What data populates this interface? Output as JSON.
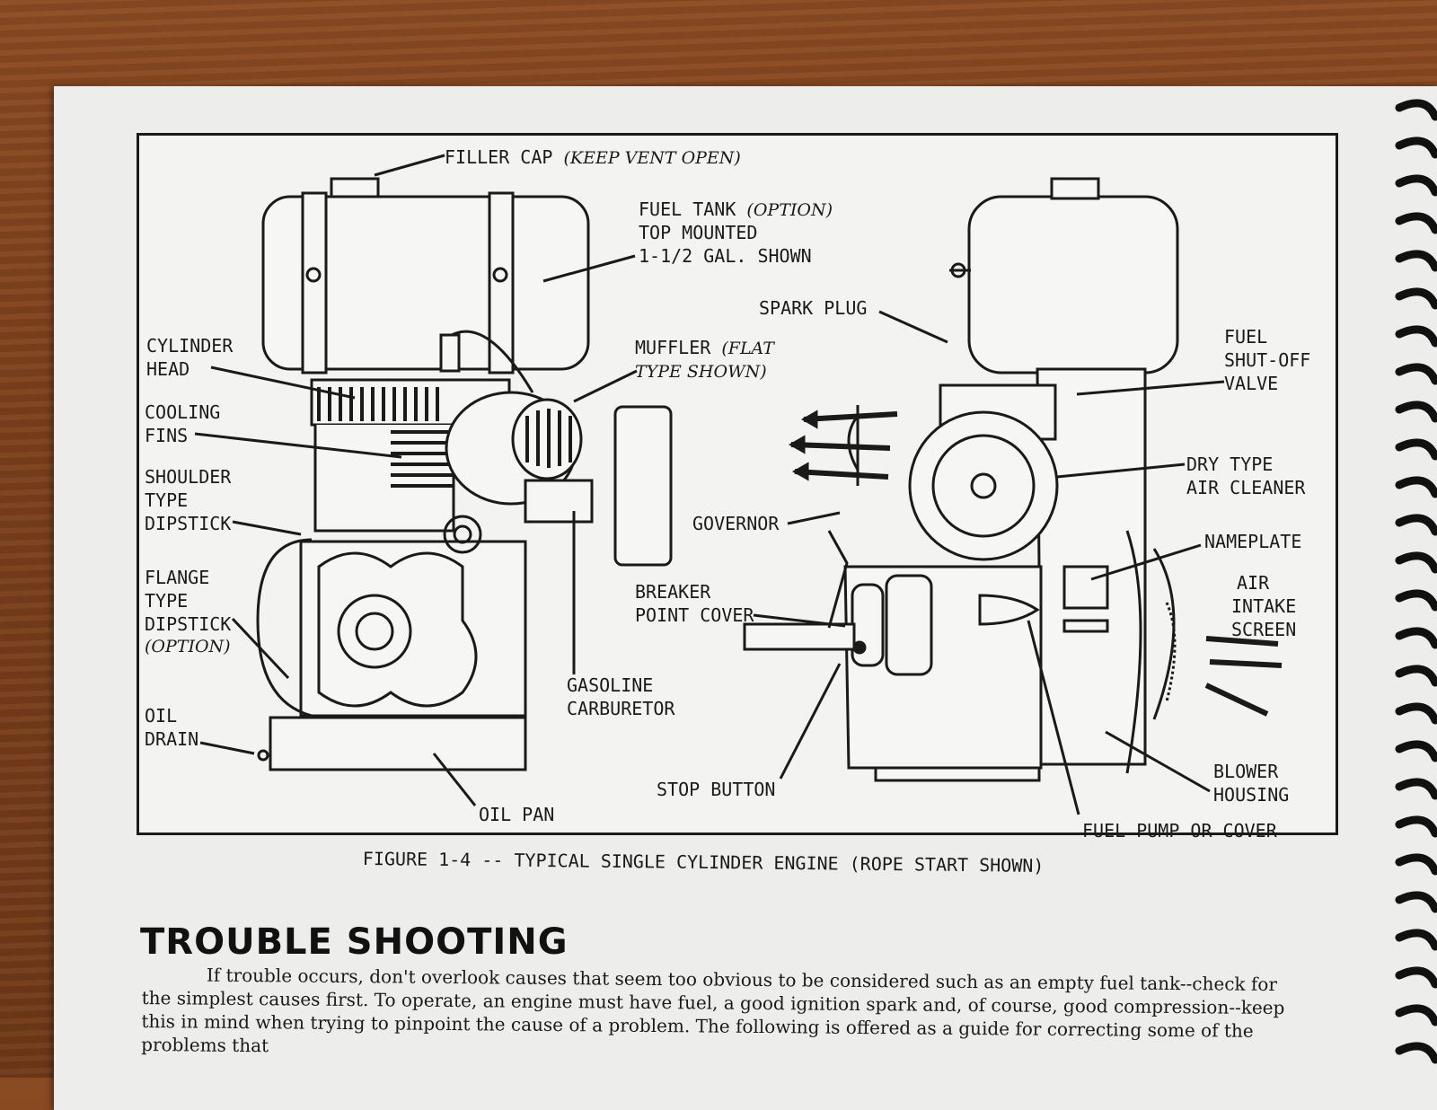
{
  "figure": {
    "labels": {
      "filler_cap": "FILLER CAP",
      "filler_cap_note": "(KEEP VENT OPEN)",
      "fuel_tank_1": "FUEL TANK",
      "fuel_tank_note": "(OPTION)",
      "fuel_tank_2": "TOP MOUNTED",
      "fuel_tank_3": "1-1/2 GAL. SHOWN",
      "cylinder_head_1": "CYLINDER",
      "cylinder_head_2": "HEAD",
      "muffler": "MUFFLER",
      "muffler_note_1": "(FLAT",
      "muffler_note_2": "TYPE SHOWN)",
      "cooling_fins_1": "COOLING",
      "cooling_fins_2": "FINS",
      "shoulder_dipstick_1": "SHOULDER",
      "shoulder_dipstick_2": "TYPE",
      "shoulder_dipstick_3": "DIPSTICK",
      "flange_dipstick_1": "FLANGE",
      "flange_dipstick_2": "TYPE",
      "flange_dipstick_3": "DIPSTICK",
      "flange_dipstick_note": "(OPTION)",
      "oil_drain_1": "OIL",
      "oil_drain_2": "DRAIN",
      "oil_pan": "OIL PAN",
      "gasoline_carb_1": "GASOLINE",
      "gasoline_carb_2": "CARBURETOR",
      "spark_plug": "SPARK PLUG",
      "fuel_shutoff_1": "FUEL",
      "fuel_shutoff_2": "SHUT-OFF",
      "fuel_shutoff_3": "VALVE",
      "dry_cleaner_1": "DRY TYPE",
      "dry_cleaner_2": "AIR CLEANER",
      "governor": "GOVERNOR",
      "nameplate": "NAMEPLATE",
      "air_intake_1": "AIR",
      "air_intake_2": "INTAKE",
      "air_intake_3": "SCREEN",
      "breaker_1": "BREAKER",
      "breaker_2": "POINT COVER",
      "stop_button": "STOP BUTTON",
      "blower_1": "BLOWER",
      "blower_2": "HOUSING",
      "fuel_pump": "FUEL PUMP OR COVER"
    },
    "caption": "FIGURE 1-4 -- TYPICAL SINGLE CYLINDER ENGINE (ROPE START SHOWN)"
  },
  "section": {
    "heading": "TROUBLE SHOOTING",
    "paragraph": "If trouble occurs, don't overlook causes that seem too obvious to be considered such as an empty fuel tank--check for the simplest causes first. To operate, an engine must have fuel, a good ignition spark and, of course, good compression--keep this in mind when trying to pinpoint the cause of a problem. The following is offered as a guide for correcting some of the problems that"
  }
}
